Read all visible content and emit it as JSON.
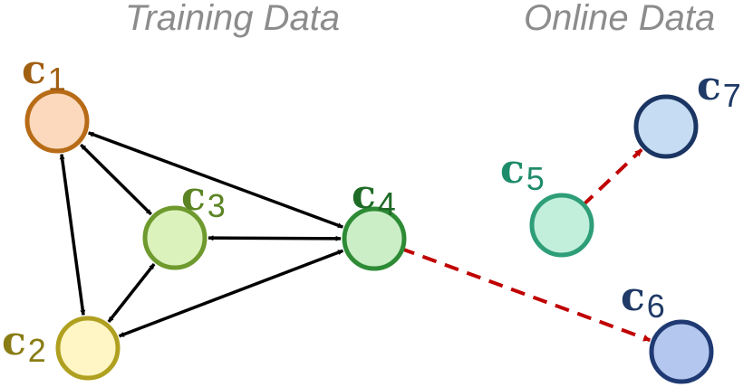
{
  "sections": {
    "training": "Training Data",
    "online": "Online Data"
  },
  "nodes": [
    {
      "id": "c1",
      "letter": "c",
      "index": "1",
      "fill": "#fcd9bd",
      "stroke": "#b86b16",
      "label_color": "#a15f12",
      "group": "training"
    },
    {
      "id": "c2",
      "letter": "c",
      "index": "2",
      "fill": "#fff5c5",
      "stroke": "#b0a020",
      "label_color": "#8a7c14",
      "group": "training"
    },
    {
      "id": "c3",
      "letter": "c",
      "index": "3",
      "fill": "#dcf2bd",
      "stroke": "#6e9a2e",
      "label_color": "#5c8424",
      "group": "training"
    },
    {
      "id": "c4",
      "letter": "c",
      "index": "4",
      "fill": "#cbeec7",
      "stroke": "#2e8b35",
      "label_color": "#1f6b26",
      "group": "training"
    },
    {
      "id": "c5",
      "letter": "c",
      "index": "5",
      "fill": "#c2efdc",
      "stroke": "#2e9e78",
      "label_color": "#1e8c6a",
      "group": "online"
    },
    {
      "id": "c6",
      "letter": "c",
      "index": "6",
      "fill": "#b4c8ef",
      "stroke": "#1f3a73",
      "label_color": "#1f3a66",
      "group": "online"
    },
    {
      "id": "c7",
      "letter": "c",
      "index": "7",
      "fill": "#c6dcf3",
      "stroke": "#1b3563",
      "label_color": "#1f3a66",
      "group": "online"
    }
  ],
  "edges": [
    {
      "from": "c1",
      "to": "c2",
      "style": "solid-bidirectional",
      "color": "#000000"
    },
    {
      "from": "c1",
      "to": "c3",
      "style": "solid-bidirectional",
      "color": "#000000"
    },
    {
      "from": "c1",
      "to": "c4",
      "style": "solid-bidirectional",
      "color": "#000000"
    },
    {
      "from": "c2",
      "to": "c3",
      "style": "solid-bidirectional",
      "color": "#000000"
    },
    {
      "from": "c2",
      "to": "c4",
      "style": "solid-bidirectional",
      "color": "#000000"
    },
    {
      "from": "c3",
      "to": "c4",
      "style": "solid-bidirectional",
      "color": "#000000"
    },
    {
      "from": "c4",
      "to": "c6",
      "style": "dashed-directed",
      "color": "#c00000"
    },
    {
      "from": "c5",
      "to": "c7",
      "style": "dashed-directed",
      "color": "#c00000"
    }
  ]
}
